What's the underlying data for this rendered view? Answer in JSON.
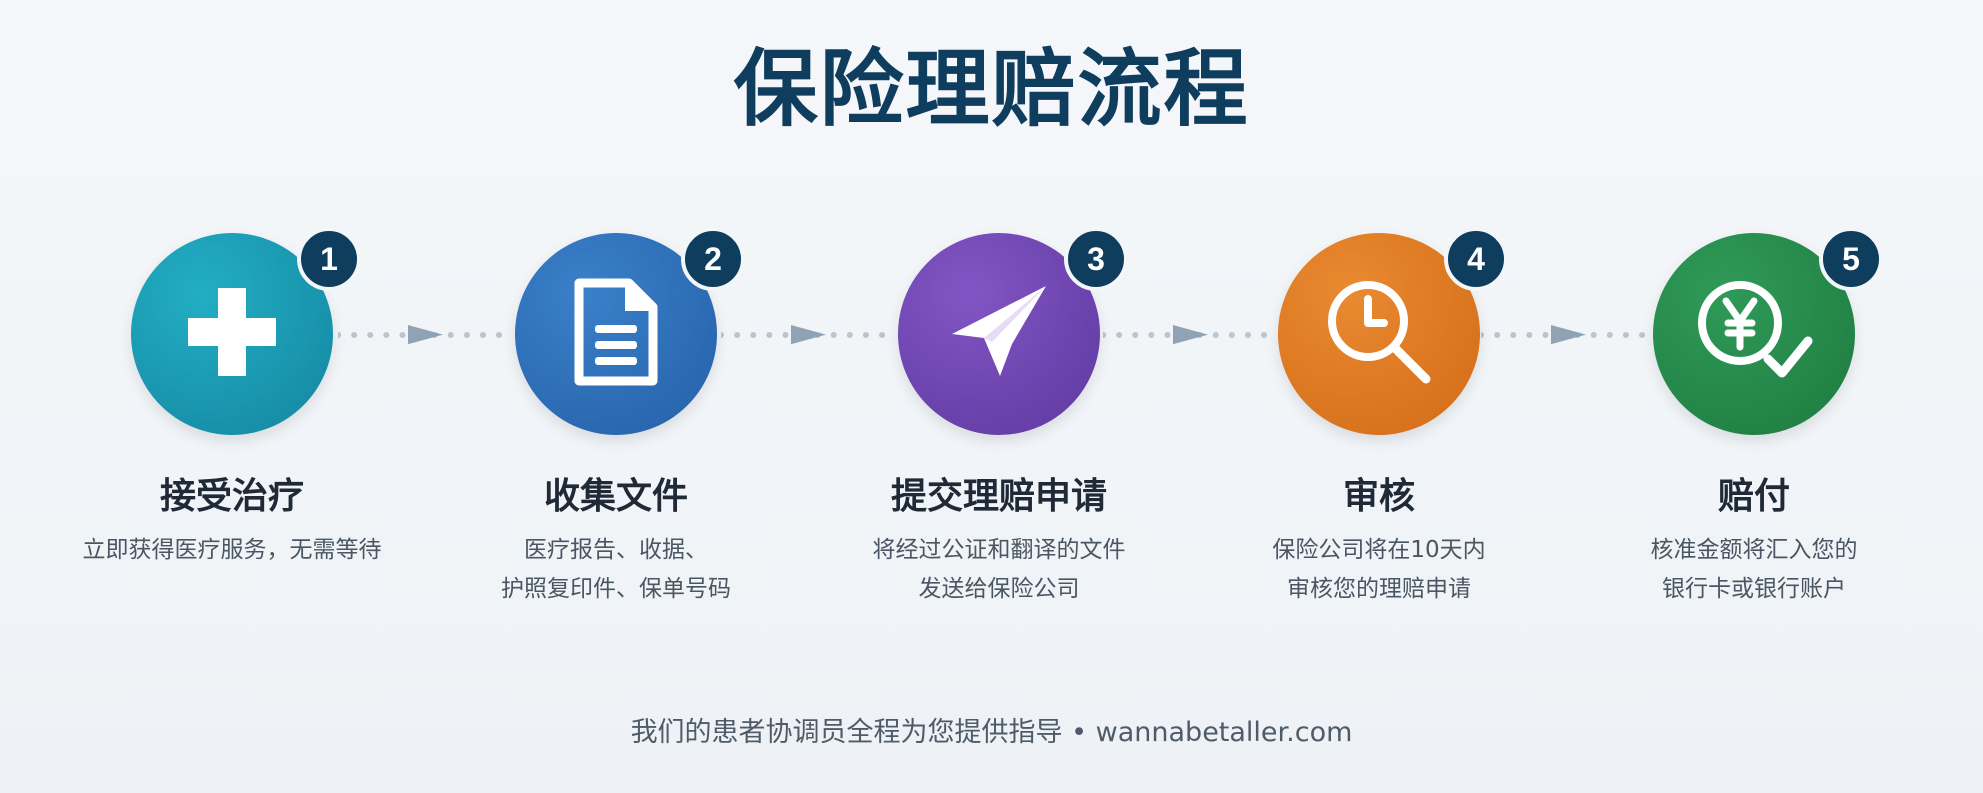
{
  "title": "保险理赔流程",
  "steps": [
    {
      "number": "1",
      "title": "接受治疗",
      "desc": [
        "立即获得医疗服务，无需等待"
      ],
      "icon": "medical-cross-icon",
      "color": "#1a98ae"
    },
    {
      "number": "2",
      "title": "收集文件",
      "desc": [
        "医疗报告、收据、",
        "护照复印件、保单号码"
      ],
      "icon": "document-icon",
      "color": "#2f6eb8"
    },
    {
      "number": "3",
      "title": "提交理赔申请",
      "desc": [
        "将经过公证和翻译的文件",
        "发送给保险公司"
      ],
      "icon": "send-paper-plane-icon",
      "color": "#6e45b1"
    },
    {
      "number": "4",
      "title": "审核",
      "desc": [
        "保险公司将在10天内",
        "审核您的理赔申请"
      ],
      "icon": "clock-magnifier-icon",
      "color": "#df7a24"
    },
    {
      "number": "5",
      "title": "赔付",
      "desc": [
        "核准金额将汇入您的",
        "银行卡或银行账户"
      ],
      "icon": "yen-check-icon",
      "color": "#258a4b"
    }
  ],
  "footer": "我们的患者协调员全程为您提供指导 • wannabetaller.com"
}
